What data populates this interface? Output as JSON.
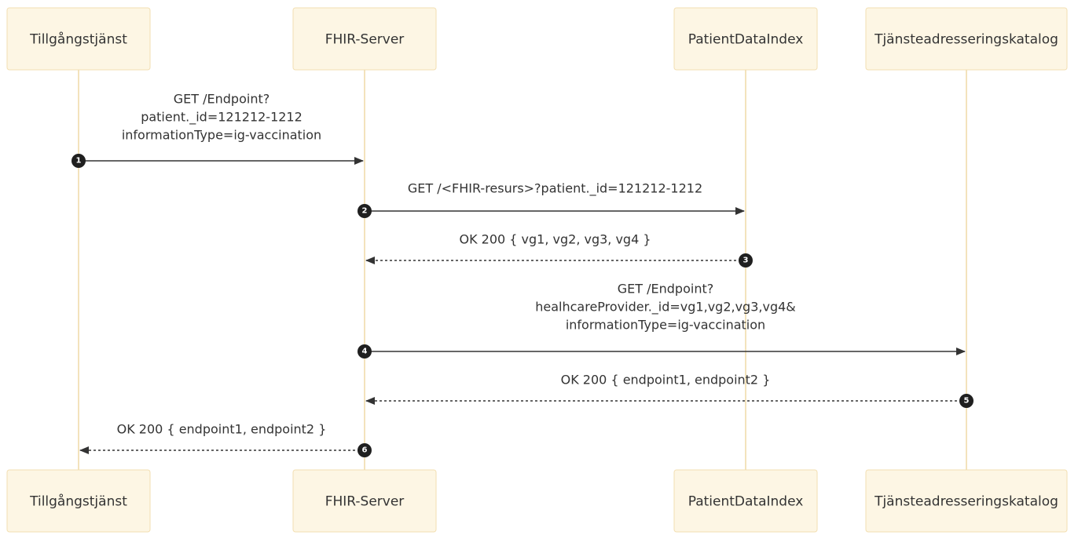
{
  "participants": [
    {
      "id": "tillgang",
      "label": "Tillgångstjänst"
    },
    {
      "id": "fhir",
      "label": "FHIR-Server"
    },
    {
      "id": "pdi",
      "label": "PatientDataIndex"
    },
    {
      "id": "tak",
      "label": "Tjänsteadresseringskatalog"
    }
  ],
  "messages": [
    {
      "number": "1",
      "from": "tillgang",
      "to": "fhir",
      "style": "solid",
      "text": [
        "GET /Endpoint?",
        "patient._id=121212-1212",
        "informationType=ig-vaccination"
      ]
    },
    {
      "number": "2",
      "from": "fhir",
      "to": "pdi",
      "style": "solid",
      "text": [
        "GET /<FHIR-resurs>?patient._id=121212-1212"
      ]
    },
    {
      "number": "3",
      "from": "pdi",
      "to": "fhir",
      "style": "dashed",
      "text": [
        "OK 200 { vg1, vg2, vg3, vg4 }"
      ]
    },
    {
      "number": "4",
      "from": "fhir",
      "to": "tak",
      "style": "solid",
      "text": [
        "GET /Endpoint?",
        "healhcareProvider._id=vg1,vg2,vg3,vg4&",
        "informationType=ig-vaccination"
      ]
    },
    {
      "number": "5",
      "from": "tak",
      "to": "fhir",
      "style": "dashed",
      "text": [
        "OK 200 { endpoint1, endpoint2 }"
      ]
    },
    {
      "number": "6",
      "from": "fhir",
      "to": "tillgang",
      "style": "dashed",
      "text": [
        "OK 200 { endpoint1, endpoint2 }"
      ]
    }
  ],
  "colors": {
    "actor_fill": "#fdf6e4",
    "actor_border": "#f2dfb2",
    "lifeline": "#f0dcab",
    "arrow": "#333333",
    "badge": "#1f1f1f"
  }
}
